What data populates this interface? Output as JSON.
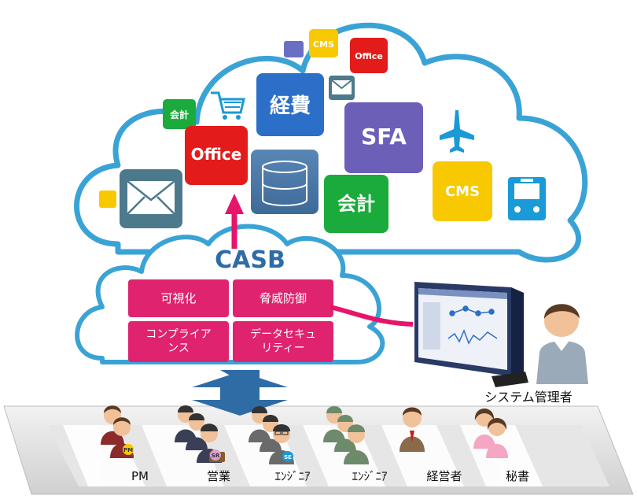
{
  "cloud_services": {
    "cms_small": "CMS",
    "office_small": "Office",
    "keihi": "経費",
    "kaikei_small": "会計",
    "office": "Office",
    "sfa": "SFA",
    "kaikei": "会計",
    "cms": "CMS"
  },
  "casb": {
    "title": "CASB",
    "functions": [
      "可視化",
      "脅威防御",
      "コンプライア\nンス",
      "データセキュ\nリティー"
    ]
  },
  "admin": {
    "label": "システム管理者"
  },
  "users": {
    "groups": [
      {
        "label": "PM",
        "badge": "PM"
      },
      {
        "label": "営業",
        "badge": "SR"
      },
      {
        "label": "ｴﾝｼﾞﾆｱ",
        "badge": "SE"
      },
      {
        "label": "ｴﾝｼﾞﾆｱ",
        "badge": ""
      },
      {
        "label": "経営者",
        "badge": ""
      },
      {
        "label": "秘書",
        "badge": ""
      }
    ]
  },
  "colors": {
    "cloud_stroke": "#3aa3d6",
    "casb_box": "#e0236f",
    "arrow_pink": "#e4156b",
    "arrow_blue": "#2f6ca6",
    "red": "#e41b1b",
    "blue": "#2b6fc8",
    "green": "#1aab3c",
    "purple": "#6b5fb8",
    "yellow": "#f8c800",
    "teal": "#4c7a8c",
    "sky": "#1a9ad6"
  }
}
